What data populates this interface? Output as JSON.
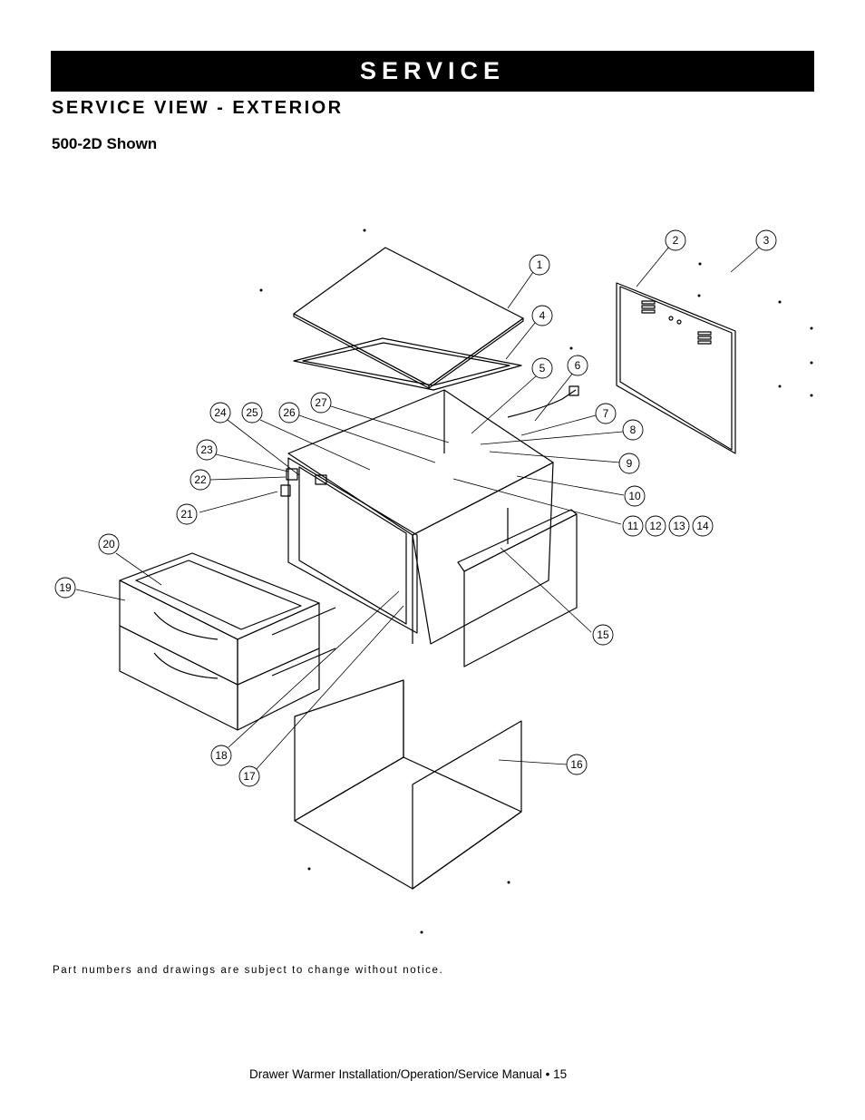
{
  "header": {
    "banner": "SERVICE"
  },
  "section_title": "SERVICE VIEW - EXTERIOR",
  "model_note": "500-2D Shown",
  "callouts": [
    "1",
    "2",
    "3",
    "4",
    "5",
    "6",
    "7",
    "8",
    "9",
    "10",
    "11",
    "12",
    "13",
    "14",
    "15",
    "16",
    "17",
    "18",
    "19",
    "20",
    "21",
    "22",
    "23",
    "24",
    "25",
    "26",
    "27"
  ],
  "disclaimer": "Part numbers and drawings are subject to change without notice.",
  "footer": "Drawer Warmer Installation/Operation/Service Manual • 15"
}
